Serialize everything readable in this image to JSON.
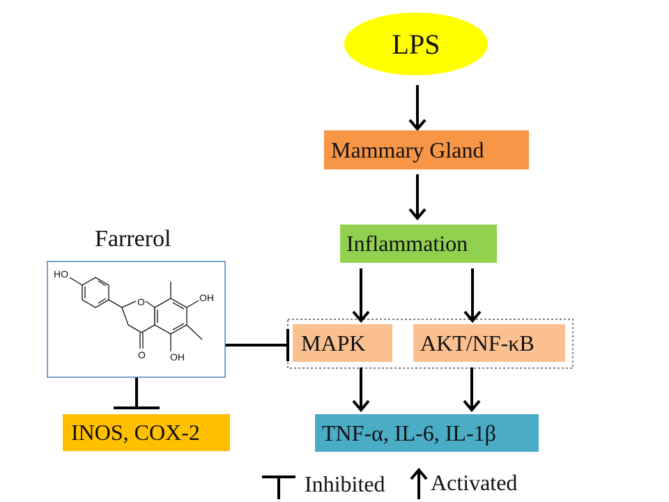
{
  "nodes": {
    "lps": "LPS",
    "mammary_gland": "Mammary Gland",
    "inflammation": "Inflammation",
    "mapk": "MAPK",
    "akt_nfkb": "AKT/NF-κB",
    "cytokines": "TNF-α, IL-6, IL-1β",
    "inos_cox2": "INOS, COX-2"
  },
  "compound": {
    "name": "Farrerol",
    "structure_labels": {
      "ho_top": "HO",
      "oh_right": "OH",
      "oh_bottom": "OH",
      "o_ring": "O",
      "o_carbonyl": "O"
    }
  },
  "legend": {
    "inhibited": "Inhibited",
    "activated": "Activated"
  },
  "colors": {
    "lps": "#ffff00",
    "mammary_gland": "#f79646",
    "inflammation": "#92d050",
    "pathway_boxes": "#fac090",
    "cytokines": "#4bacc6",
    "inos_cox2": "#ffc000",
    "structure_frame": "#4f81bd",
    "arrows": "#000000"
  },
  "edges": [
    {
      "from": "lps",
      "to": "mammary_gland",
      "type": "activated"
    },
    {
      "from": "mammary_gland",
      "to": "inflammation",
      "type": "activated"
    },
    {
      "from": "inflammation",
      "to": "mapk",
      "type": "activated"
    },
    {
      "from": "inflammation",
      "to": "akt_nfkb",
      "type": "activated"
    },
    {
      "from": "mapk",
      "to": "cytokines",
      "type": "activated"
    },
    {
      "from": "akt_nfkb",
      "to": "cytokines",
      "type": "activated"
    },
    {
      "from": "farrerol",
      "to": "mapk / akt_nfkb",
      "type": "inhibited"
    },
    {
      "from": "farrerol",
      "to": "inos_cox2",
      "type": "inhibited"
    }
  ]
}
